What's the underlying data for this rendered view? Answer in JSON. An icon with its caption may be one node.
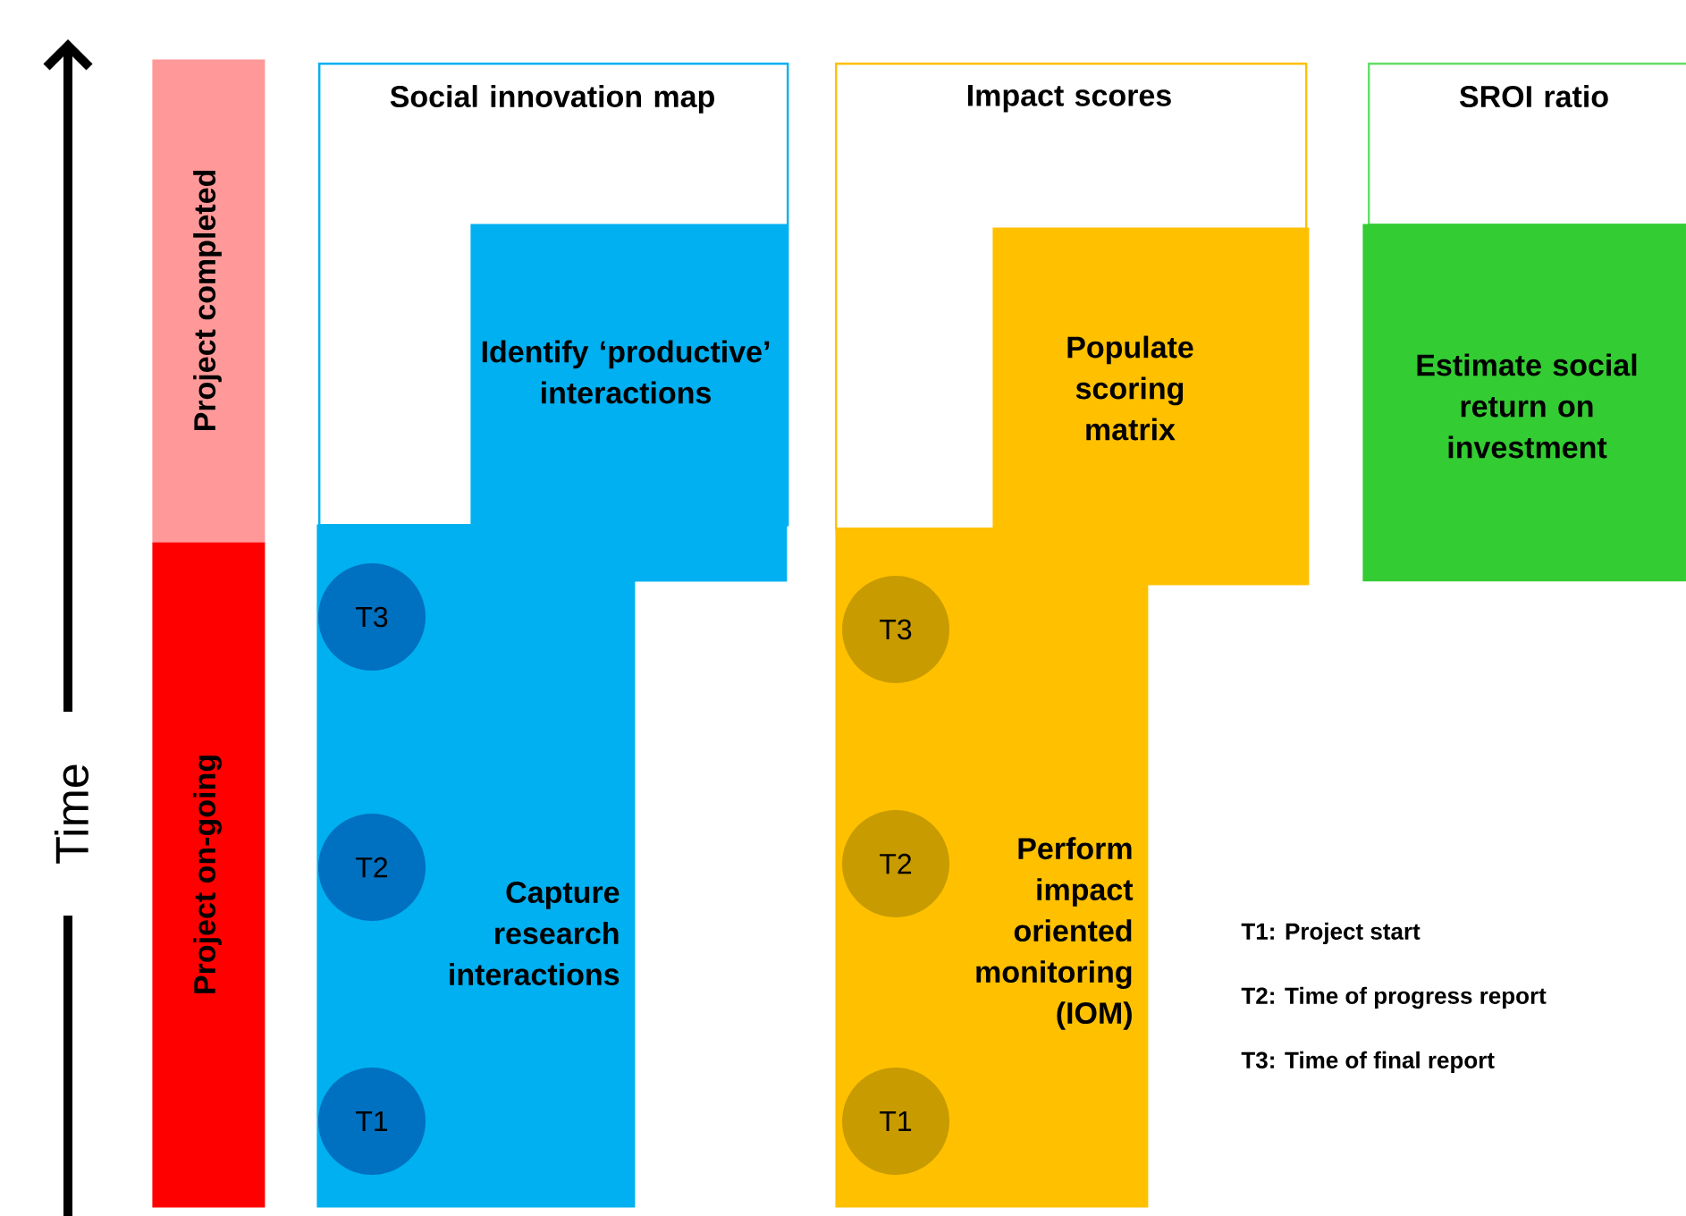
{
  "diagram": {
    "nodes": [
      {
        "text": [
          "Project completed"
        ]
      },
      {
        "text": [
          "Project on-going"
        ]
      },
      {
        "text": [
          "Social innovation map"
        ]
      },
      {
        "text": [
          "Identify ‘productive’ interactions"
        ]
      },
      {
        "text": [
          "Capture research interactions"
        ]
      },
      {
        "text": [
          "T3"
        ],
        "in": 4
      },
      {
        "text": [
          "T2"
        ],
        "in": 4
      },
      {
        "text": [
          "T1"
        ],
        "in": 4
      },
      {
        "text": [
          "Impact scores"
        ]
      },
      {
        "text": [
          "Populate scoring matrix"
        ]
      },
      {
        "text": [
          "Perform impact oriented monitoring (IOM)"
        ]
      },
      {
        "text": [
          "T3"
        ],
        "in": 10
      },
      {
        "text": [
          "T2"
        ],
        "in": 10
      },
      {
        "text": [
          "T1"
        ],
        "in": 10
      },
      {
        "text": [
          "SROI ratio"
        ]
      },
      {
        "text": [
          "Estimate social return on investment"
        ]
      }
    ],
    "labels": [
      "Time",
      "T1: Project start",
      "T2: Time of progress report",
      "T3: Time of final report"
    ]
  }
}
